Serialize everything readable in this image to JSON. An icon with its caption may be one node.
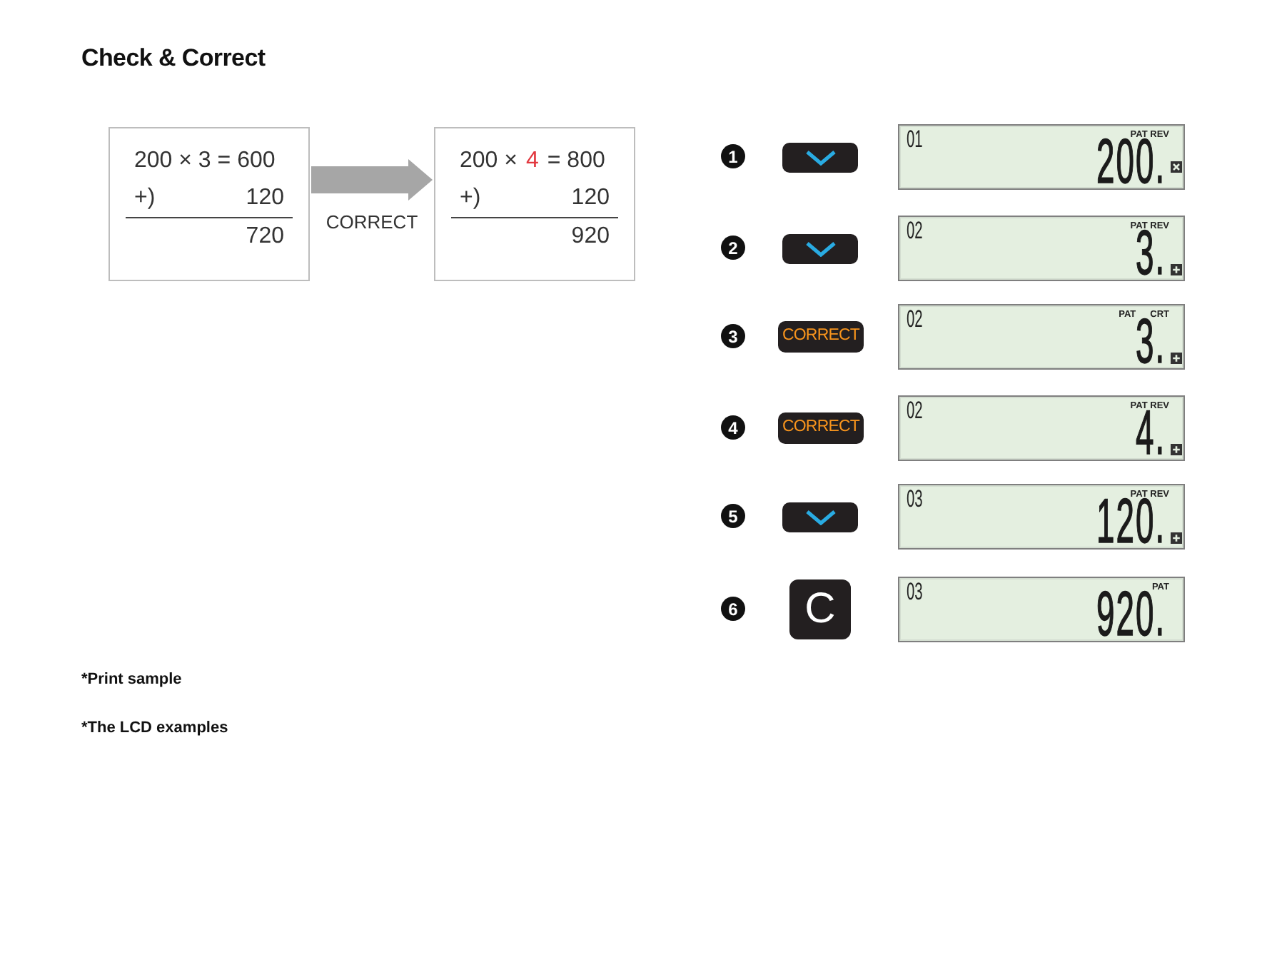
{
  "diagram": {
    "title": "Check & Correct",
    "nodes": [
      {
        "text": [
          "200 × 3 = 600",
          "+)",
          "120",
          "720"
        ]
      },
      {
        "text": [
          "200 ×",
          "4",
          "= 800",
          "+)",
          "120",
          "920"
        ]
      },
      {
        "text": [
          "1"
        ]
      },
      {
        "text": [],
        "shape": "box"
      },
      {
        "text": [
          "01",
          "PAT REV",
          "200."
        ]
      },
      {
        "text": [
          "2"
        ]
      },
      {
        "text": [],
        "shape": "box"
      },
      {
        "text": [
          "02",
          "PAT REV",
          "3."
        ]
      },
      {
        "text": [
          "3"
        ]
      },
      {
        "text": [
          "CORRECT"
        ]
      },
      {
        "text": [
          "02",
          "PAT",
          "CRT",
          "3."
        ]
      },
      {
        "text": [
          "4"
        ]
      },
      {
        "text": [
          "CORRECT"
        ]
      },
      {
        "text": [
          "02",
          "PAT REV",
          "4."
        ]
      },
      {
        "text": [
          "5"
        ]
      },
      {
        "text": [],
        "shape": "box"
      },
      {
        "text": [
          "03",
          "PAT REV",
          "120."
        ]
      },
      {
        "text": [
          "6"
        ]
      },
      {
        "text": [
          "C"
        ]
      },
      {
        "text": [
          "03",
          "PAT",
          "920."
        ]
      }
    ],
    "edges": [
      {
        "from": 0,
        "to": 1,
        "arrow": "to",
        "label": "CORRECT"
      }
    ],
    "labels": [
      "*Print sample",
      "*The LCD examples"
    ]
  }
}
